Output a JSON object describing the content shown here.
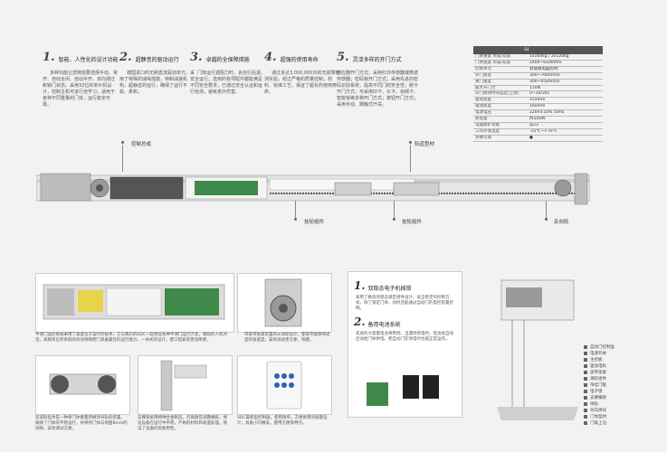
{
  "features": [
    {
      "num": "1.",
      "title": "智能、人性化的设计功能",
      "body": "多种功能让您随需要选择手动、常开、自动全闭、自动半开、单向通过和锁门状态。采用32位的单片机设计，控制主机可进行自学习，适用于各种不同重量的门体，运行稳定可靠。"
    },
    {
      "num": "2.",
      "title": "超静音的驱动运行",
      "body": "德国进口的无刷直流驱动单元，采用了特殊的减噪措施，特制减速机构，超静音的运行，确保了运行平稳、柔和。"
    },
    {
      "num": "3.",
      "title": "卓越的全保障措施",
      "body": "门体运行遇阻力时，会自行后退，安全运行；选用的各项配件都能满足不同安全要求，已通过安全认证和运行检测，避免意外伤害。"
    },
    {
      "num": "4.",
      "title": "超强的使用寿命",
      "body": "通过多达3,000,000次的无故障检测实验，经过严格的质量控制，材料、标准工艺，保证了超长的使用寿命。"
    },
    {
      "num": "5.",
      "title": "灵活多样的开门方式",
      "body": "感应器开门方式；采用红外传感器或微波传感器；密码锁开门方式；采用先进的密码识别系统，提高不同门的安全性；刷卡开门方式；可采用ID卡、IC卡、射频卡、智能锁等多种开门方式；按钮开门方式；采用手动、脚触式开关。"
    }
  ],
  "spec_table": {
    "header": "S4",
    "rows": [
      [
        "门体重量 单扇/双扇",
        "1x160kg / 2x120kg"
      ],
      [
        "门体宽度 单扇/双扇",
        "2400~6100mm"
      ],
      [
        "控制单元",
        "智能微电脑控制"
      ],
      [
        "开门速度",
        "300~700mm/s"
      ],
      [
        "关门速度",
        "300~650mm/s"
      ],
      [
        "最大开门力",
        "150N"
      ],
      [
        "开门保持时间设定(上限)",
        "0~10/30s"
      ],
      [
        "驱动高度",
        "155mm"
      ],
      [
        "驱动厚度",
        "160mm"
      ],
      [
        "电源电压",
        "220V±10% 50Hz"
      ],
      [
        "耗电量",
        "约100W"
      ],
      [
        "电器防护等级",
        "Ip23"
      ],
      [
        "工作环境温度",
        "-15℃~+70℃"
      ],
      [
        "参数可调",
        "●"
      ]
    ]
  },
  "callouts": {
    "control": "控制总成",
    "rail": "轨道型材",
    "hanger1": "挂轮组件",
    "hanger2": "挂轮组件",
    "reverse": "反向轮"
  },
  "cards": {
    "c1": "平滑门运控系统采用了高度位于运行的技术，它与我们的SDC一起保证各种平滑门运行万变，缩短的人机对话，高频率启停系统的有效保障使门具备最佳的运行能力，一体式的设计，使工程安装更加简便。",
    "c2": "带皮带张紧装置的从动轮设计，使皮带能保持适度的张紧度，安装调试更方便，快捷。",
    "c3": "双滚轮挂件是一种将门体重量转换到导轨的装置，确保了门体的平稳运行，并保持门体与地面8mm的间隙，安装调试方便。",
    "c4": "支撑梁采用特种合金制造，内嵌静音减震橡胶，保证设备在运行中平稳，严格的材料和表面处理，保证了设备的高耐用性。",
    "c5": "SDC最新型控制器，使用简单。方便易用的按键设计，具备小巧精美，使用方便等特点。"
  },
  "backup": {
    "t1num": "1.",
    "t1": "双稳态电子机械锁",
    "b1": "采用了精良的稳态锁定组件设计，安全稳定的控制方式，除了锁定门体，同时还能通过自动门的电控装置控制。",
    "t2num": "2.",
    "t2": "备用电池系统",
    "b2": "先进的大容量电池将用到，当遇到停电时，电池会自动启动给门体供电，使自动门在停电时也能正常运作。"
  },
  "legend": [
    "自动门控制盒",
    "电源开关",
    "主控板",
    "驱动电机",
    "皮带张紧",
    "滑轮组件",
    "吊挂门框",
    "电子锁",
    "支撑横梁",
    "地轨",
    "导向滑块",
    "门体型材",
    "门扇上沿"
  ]
}
